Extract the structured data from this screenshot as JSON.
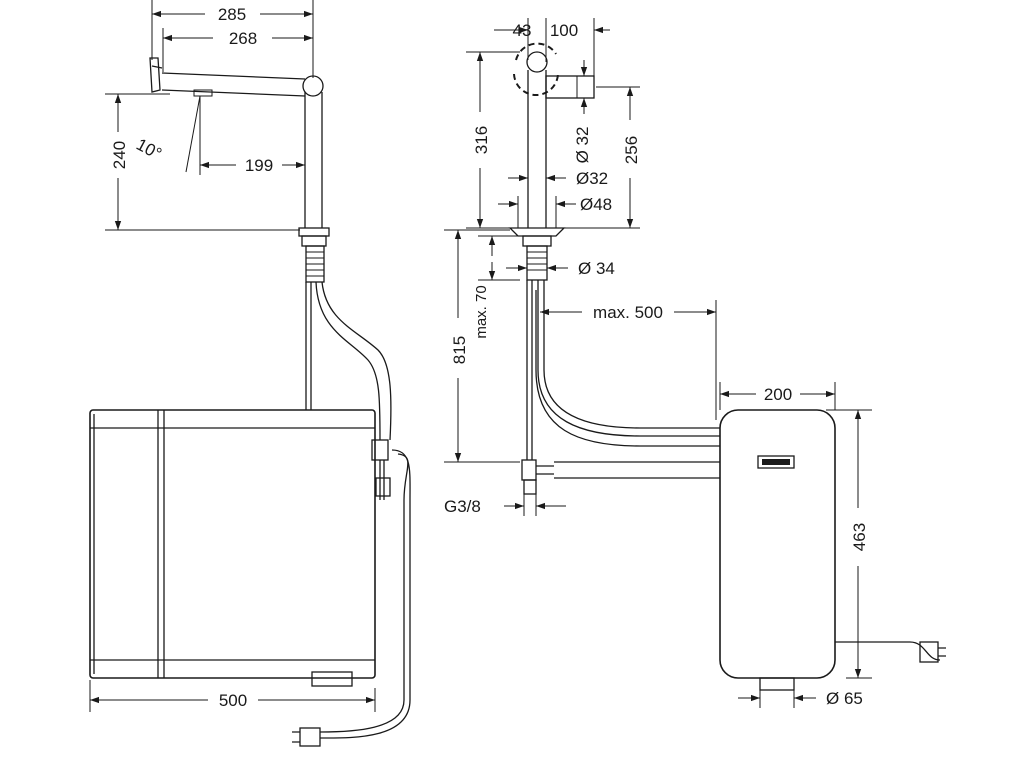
{
  "left_view": {
    "dim_spout_outer": "285",
    "dim_spout_inner": "268",
    "dim_height": "240",
    "dim_angle": "10°",
    "dim_reach": "199",
    "dim_width": "500"
  },
  "right_view": {
    "dim_offset_a": "43",
    "dim_offset_b": "100",
    "dim_column_height": "316",
    "dim_outlet_height": "256",
    "dim_outlet_dia": "Ø 32",
    "dim_body_dia": "Ø32",
    "dim_base_dia": "Ø48",
    "dim_shank_dia": "Ø 34",
    "dim_shank_len": "max. 70",
    "dim_total_height": "815",
    "dim_hose_len": "max. 500",
    "dim_box_width": "200",
    "dim_box_height": "463",
    "dim_thread": "G3/8",
    "dim_drain_dia": "Ø 65"
  }
}
